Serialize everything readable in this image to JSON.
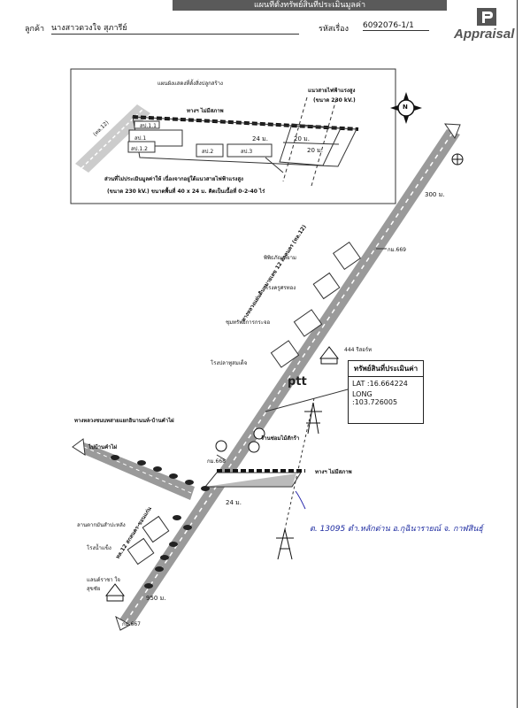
{
  "header": {
    "title": "แผนที่ตั้งทรัพย์สินที่ประเมินมูลค่า",
    "customer_label": "ลูกค้า",
    "customer_name": "นางสาวดวงใจ สุภารีย์",
    "ref_label": "รหัสเรื่อง",
    "ref_value": "6092076-1/1",
    "logo_text": "Appraisal"
  },
  "inset": {
    "title": "แผนผังแสดงที่ตั้งสิ่งปลูกสร้าง",
    "powerline_label": "แนวสายไฟฟ้าแรงสูง",
    "powerline_spec": "(ขนาด 230 kV.)",
    "road_label": "ทางฯ ไม่มีสภาพ",
    "road_12": "(ทล.12)",
    "buildings": [
      "สป.1.1",
      "สป.1",
      "สป.1.2",
      "สป.2",
      "สป.3"
    ],
    "dim_24": "24 ม.",
    "dim_20a": "20 ม.",
    "dim_20b": "20 ม.",
    "note_line1": "ส่วนที่ไม่ประเมินมูลค่าให้ เนื่องจากอยู่ใต้แนวสายไฟฟ้าแรงสูง",
    "note_line2": "(ขนาด 230 kV.) ขนาดพื้นที่ 40 x 24 ม. คิดเป็นเนื้อที่ 0-2-40 ไร่"
  },
  "map": {
    "north": "N",
    "dist_300": "300 ม.",
    "km_669": "กม.669",
    "km_668": "กม.668",
    "km_667": "กม.667",
    "dist_24": "24 ม.",
    "dist_950": "950 ม.",
    "landmark_pipitphan": "พิพิธภัณฑ์ยาม",
    "landmark_rongkru": "โรงครูศรทอง",
    "landmark_pawn": "ชุมทรัพย์การกระจอ",
    "landmark_fish": "โรงปลาทูสมเด็จ",
    "landmark_resort": "444 รีสอร์ท",
    "landmark_cement": "ลานตากมันสำปะหลัง",
    "landmark_ice": "โรงน้ำแข็ง",
    "landmark_temple": "แลนด์ราชา ใจสุขชัย",
    "store_label": "ร้านซ่อมไม้สักร้า",
    "highway_label": "ทางหลวงแผ่นดินหมายเลข 12 สกลนคร (ทล.12)",
    "highway_label_south": "ทล.12 สกลนคร-ขอนแก่น",
    "road_left": "ทางหลวงชนบทสายแยกอินานนท์-บ้านคำไผ่",
    "road_left_to": "ไปบ้านคำไผ่",
    "road_right": "ทางฯ ไม่มีสภาพ",
    "ptt": "ptt",
    "handwritten": "ต. 13095 ตำ.หลักด่าน อ.กุฉินารายณ์ จ. กาฬสินธุ์"
  },
  "property_box": {
    "title": "ทรัพย์สินที่ประเมินค่า",
    "lat": "LAT :16.664224",
    "long": "LONG :103.726005"
  }
}
